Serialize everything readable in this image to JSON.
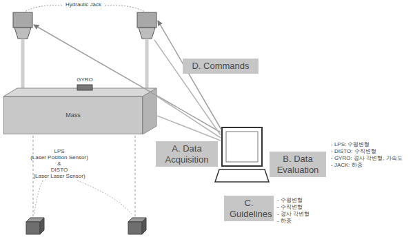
{
  "diagram": {
    "nodes": [
      {
        "text": [
          "D. Commands"
        ]
      },
      {
        "text": [
          "Mass"
        ]
      },
      {
        "text": [
          "A. Data Acquisition"
        ]
      },
      {
        "text": [
          "B. Data Evaluation"
        ]
      },
      {
        "text": [
          "C. Guidelines"
        ]
      }
    ],
    "labels": [
      "Hydraulic Jack",
      "GYRO",
      "LPS",
      "(Laser Position Sensor)",
      "&",
      "DISTO",
      "(Laser Laser Sensor)",
      "- LPS: 수평변형",
      "- DISTO: 수직변형",
      "- GYRO: 경사 각변형, 가속도",
      "- JACK: 하중",
      "- 수평변형",
      "- 수직변형",
      "- 경사 각변형",
      "- 하중"
    ]
  }
}
